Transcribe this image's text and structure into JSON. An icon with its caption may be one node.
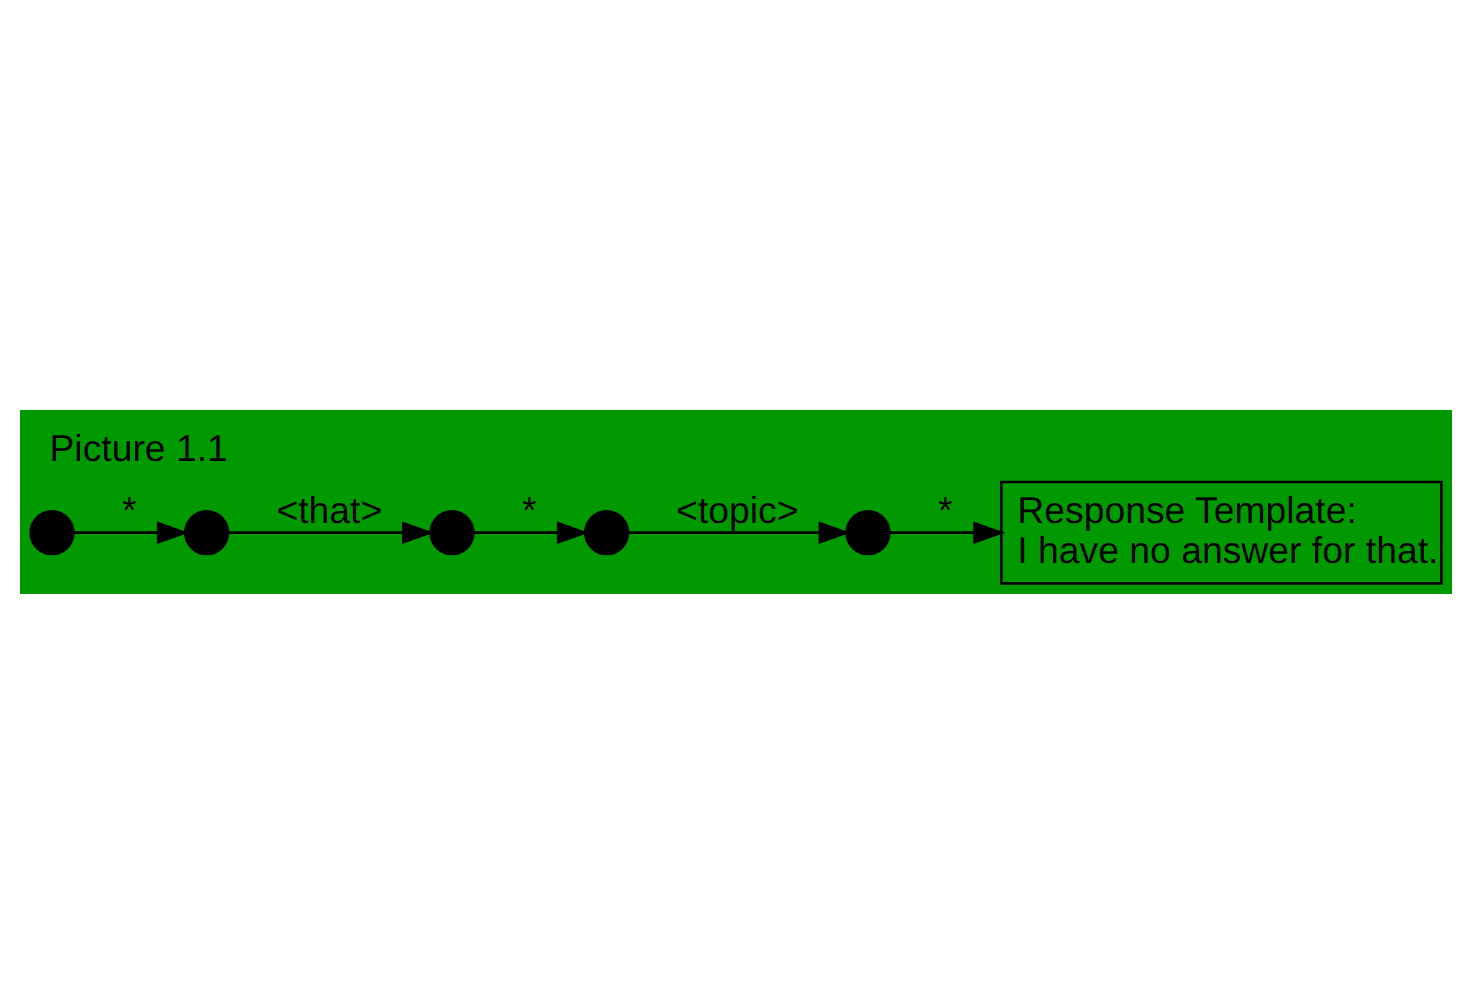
{
  "diagram": {
    "title": "Picture 1.1",
    "nodes": [
      {
        "text": [],
        "shape": "circle"
      },
      {
        "text": [],
        "shape": "circle"
      },
      {
        "text": [],
        "shape": "circle"
      },
      {
        "text": [],
        "shape": "circle"
      },
      {
        "text": [],
        "shape": "circle"
      },
      {
        "text": [
          "Response Template:",
          "I have no answer for that."
        ]
      }
    ],
    "edges": [
      {
        "from": 0,
        "to": 1,
        "arrow": "to",
        "label": "*"
      },
      {
        "from": 1,
        "to": 2,
        "arrow": "to",
        "label": "<that>"
      },
      {
        "from": 2,
        "to": 3,
        "arrow": "to",
        "label": "*"
      },
      {
        "from": 3,
        "to": 4,
        "arrow": "to",
        "label": "<topic>"
      },
      {
        "from": 4,
        "to": 5,
        "arrow": "to",
        "label": "*"
      }
    ]
  }
}
